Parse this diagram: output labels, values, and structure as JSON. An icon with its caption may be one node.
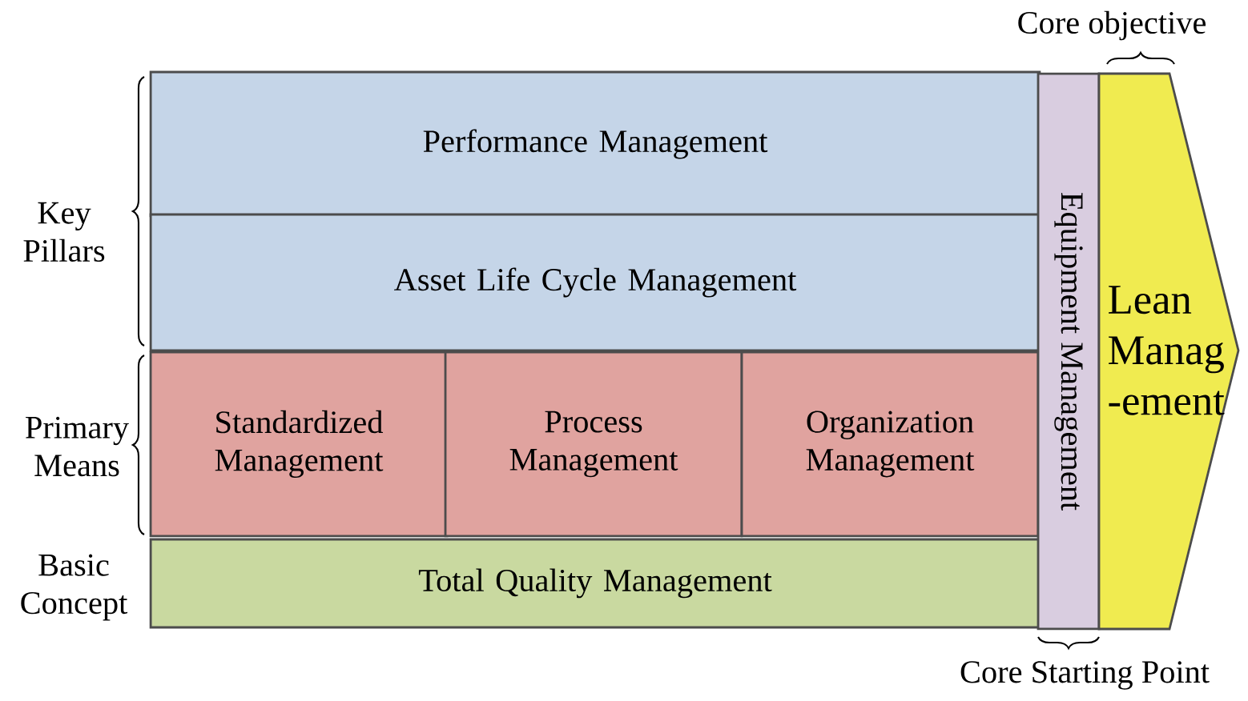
{
  "diagram": {
    "nodes": [
      {
        "text": [
          "Performance Management"
        ]
      },
      {
        "text": [
          "Asset Life Cycle  Management"
        ]
      },
      {
        "text": [
          "Standardized Management"
        ]
      },
      {
        "text": [
          "Process Management"
        ]
      },
      {
        "text": [
          "Organization Management"
        ]
      },
      {
        "text": [
          "Total Quality Management"
        ]
      },
      {
        "text": [
          "Equipment Management"
        ]
      },
      {
        "text": [
          "Lean Manag -ement"
        ]
      }
    ],
    "labels": [
      "Core objective",
      "Key Pillars",
      "Primary Means",
      "Basic Concept",
      "Core Starting Point"
    ]
  }
}
